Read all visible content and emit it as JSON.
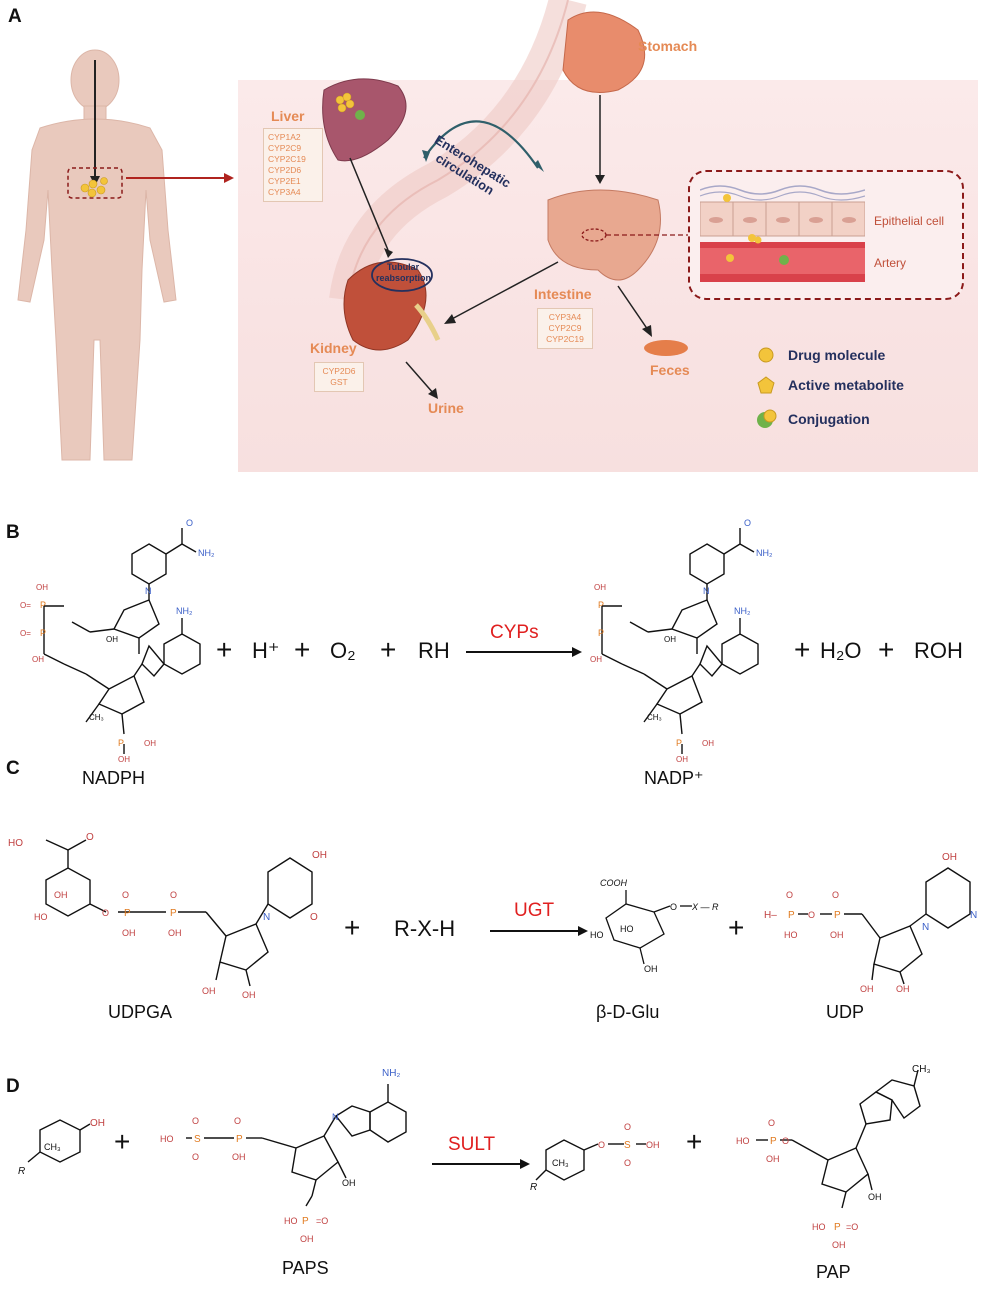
{
  "panels": {
    "a": "A",
    "b": "B",
    "c": "C",
    "d": "D"
  },
  "panel_a": {
    "organs": {
      "liver": "Liver",
      "stomach": "Stomach",
      "kidney": "Kidney",
      "intestine": "Intestine",
      "urine": "Urine",
      "feces": "Feces"
    },
    "liver_enzymes": [
      "CYP1A2",
      "CYP2C9",
      "CYP2C19",
      "CYP2D6",
      "CYP2E1",
      "CYP3A4"
    ],
    "kidney_enzymes": [
      "CYP2D6",
      "GST"
    ],
    "intestine_enzymes": [
      "CYP3A4",
      "CYP2C9",
      "CYP2C19"
    ],
    "enterohepatic": [
      "Enterohepatic",
      "circulation"
    ],
    "tubular": [
      "Tubular",
      "reabsorption"
    ],
    "tissue": {
      "epithelial": "Epithelial cell",
      "artery": "Artery"
    },
    "legend": [
      {
        "label": "Drug molecule",
        "icon": "circle-icon"
      },
      {
        "label": "Active metabolite",
        "icon": "pentagon-icon"
      },
      {
        "label": "Conjugation",
        "icon": "conjugation-icon"
      }
    ],
    "colors": {
      "organ_label": "#e58a55",
      "legend_text": "#24305e",
      "dashed_border": "#8b1a1a",
      "arrow_red": "#b0241f"
    }
  },
  "panel_b": {
    "reactant": "NADPH",
    "plus": "+",
    "h_plus": "H⁺",
    "o2": "O₂",
    "rh": "RH",
    "enzyme": "CYPs",
    "product": "NADP⁺",
    "h2o": "H₂O",
    "roh": "ROH"
  },
  "panel_c": {
    "reactant": "UDPGA",
    "rxh": "R-X-H",
    "enzyme": "UGT",
    "product": "β-D-Glu",
    "side_product": "UDP",
    "cooh": "COOH",
    "xr": "X — R"
  },
  "panel_d": {
    "cofactor": "PAPS",
    "enzyme": "SULT",
    "side_product": "PAP",
    "nh2": "NH₂",
    "ch3": "CH₃"
  }
}
